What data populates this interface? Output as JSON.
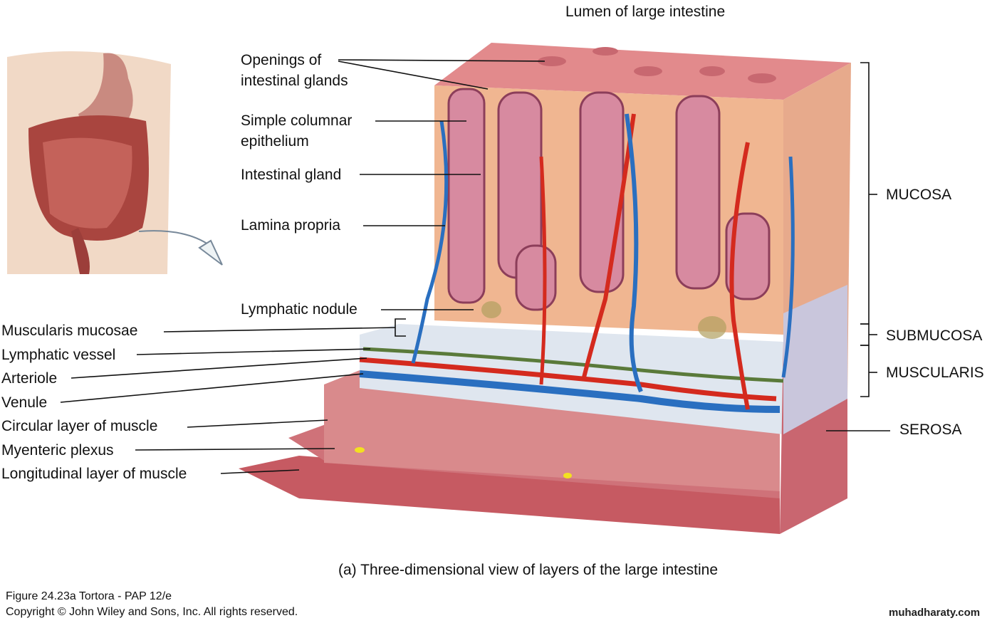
{
  "title": "Lumen of large intestine",
  "caption": "(a) Three-dimensional view of layers of the large intestine",
  "left_labels": {
    "openings": [
      "Openings of",
      "intestinal glands"
    ],
    "columnar": [
      "Simple columnar",
      "epithelium"
    ],
    "gland": "Intestinal gland",
    "lamina": "Lamina propria",
    "nodule": "Lymphatic nodule",
    "musc_mucosae": "Muscularis mucosae",
    "lymph_vessel": "Lymphatic vessel",
    "arteriole": "Arteriole",
    "venule": "Venule",
    "circular": "Circular layer of muscle",
    "myenteric": "Myenteric plexus",
    "longitudinal": "Longitudinal layer of muscle"
  },
  "right_labels": {
    "mucosa": "MUCOSA",
    "submucosa": "SUBMUCOSA",
    "muscularis": "MUSCULARIS",
    "serosa": "SEROSA"
  },
  "footer": {
    "figure": "Figure 24.23a  Tortora - PAP 12/e",
    "copyright": "Copyright © John Wiley and Sons, Inc. All rights reserved.",
    "watermark": "muhadharaty.com"
  },
  "colors": {
    "artery": "#d42a1e",
    "vein": "#2a6fc0",
    "lymph": "#5a7a3a",
    "mucosa": "#e8a07c",
    "muscle": "#c9666e"
  }
}
